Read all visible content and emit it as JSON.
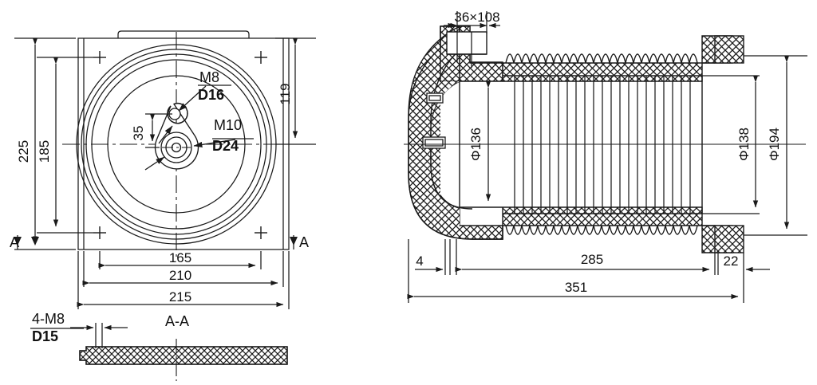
{
  "drawing": {
    "title": "Vacuum Interrupter / Epoxy Pole Assembly Dimensional Drawing",
    "line_color": "#1a1a1a",
    "hatch_color": "#1a1a1a",
    "background": "#ffffff"
  },
  "front_view": {
    "name": "front-view",
    "section_marks": {
      "left": "A",
      "right": "A"
    },
    "vertical_dimensions": [
      {
        "value": "225",
        "rotated": true
      },
      {
        "value": "185",
        "rotated": true
      },
      {
        "value": "119",
        "rotated": true
      },
      {
        "value": "35",
        "rotated": true
      }
    ],
    "horizontal_dimensions": [
      {
        "value": "165"
      },
      {
        "value": "210"
      },
      {
        "value": "215"
      }
    ],
    "callouts": [
      {
        "top": "M8",
        "bottom": "D16"
      },
      {
        "top": "M10",
        "bottom": "D24"
      }
    ]
  },
  "section_view": {
    "name": "section-view",
    "top_dimension": "36×108",
    "left_dimension": "Φ136",
    "right_dimensions": [
      "Φ138",
      "Φ194"
    ],
    "bottom_dimensions": [
      "4",
      "285",
      "22",
      "351"
    ]
  },
  "aa_view": {
    "name": "a-a-section-view",
    "label": "A-A",
    "callout": {
      "top": "4-M8",
      "bottom": "D15"
    }
  }
}
